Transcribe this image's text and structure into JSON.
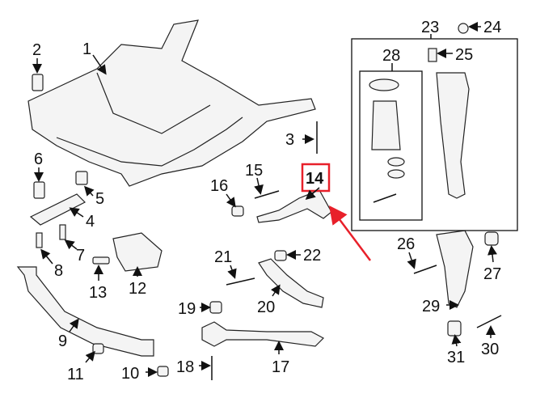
{
  "labels": [
    "1",
    "2",
    "3",
    "4",
    "5",
    "6",
    "7",
    "8",
    "9",
    "10",
    "11",
    "12",
    "13",
    "14",
    "15",
    "16",
    "17",
    "18",
    "19",
    "20",
    "21",
    "22",
    "23",
    "24",
    "25",
    "26",
    "27",
    "28",
    "29",
    "30",
    "31"
  ],
  "highlighted_part": "14",
  "colors": {
    "highlight": "#e8202a",
    "line": "#111111"
  }
}
